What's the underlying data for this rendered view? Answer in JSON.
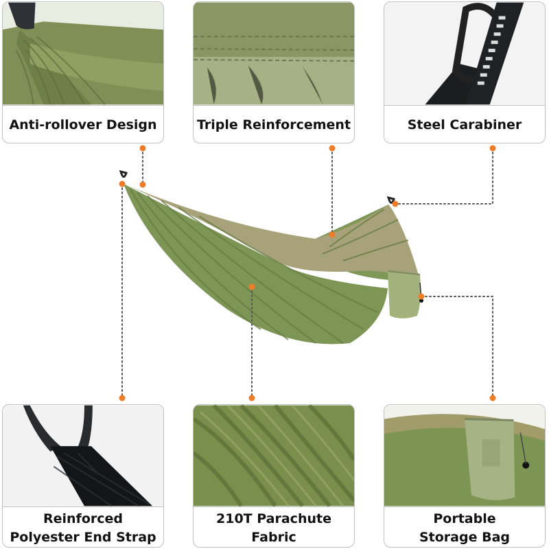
{
  "features": {
    "top_left": {
      "label": "Anti-rollover Design",
      "icon": "hammock-gathered-end-photo"
    },
    "top_center": {
      "label": "Triple Reinforcement",
      "icon": "stitched-seam-photo"
    },
    "top_right": {
      "label": "Steel Carabiner",
      "icon": "carabiner-strap-photo"
    },
    "bottom_left": {
      "line1": "Reinforced",
      "line2": "Polyester End Strap",
      "icon": "end-strap-photo"
    },
    "bottom_center": {
      "line1": "210T Parachute",
      "line2": "Fabric",
      "icon": "parachute-fabric-photo"
    },
    "bottom_right": {
      "line1": "Portable",
      "line2": "Storage Bag",
      "icon": "storage-bag-photo"
    }
  },
  "colors": {
    "fabric": "#7d9553",
    "fabric_dark": "#5f7540",
    "trim": "#a8a87a",
    "callout_dot": "#ee7d2a",
    "card_border": "#bfbfbf"
  }
}
